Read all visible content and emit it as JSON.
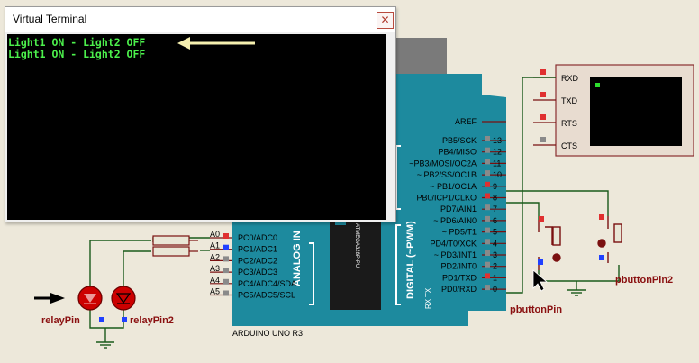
{
  "terminal": {
    "title": "Virtual Terminal",
    "close_symbol": "✕",
    "lines": [
      "Light1 ON - Light2 OFF",
      "Light1 ON - Light2 OFF"
    ]
  },
  "board": {
    "name": "ARDUINO UNO R3",
    "aref": "AREF",
    "analog_in": "ANALOG IN",
    "digital": "DIGITAL (~PWM)",
    "chip": "ATMEGA328P-PU",
    "tx": "TX",
    "rx": "RX",
    "digital_pins": [
      {
        "label": "PB5/SCK",
        "num": "13"
      },
      {
        "label": "PB4/MISO",
        "num": "12"
      },
      {
        "label": "~PB3/MOSI/OC2A",
        "num": "11"
      },
      {
        "label": "~ PB2/SS/OC1B",
        "num": "10"
      },
      {
        "label": "~ PB1/OC1A",
        "num": "9"
      },
      {
        "label": "PB0/ICP1/CLKO",
        "num": "8"
      },
      {
        "label": "PD7/AIN1",
        "num": "7"
      },
      {
        "label": "~ PD6/AIN0",
        "num": "6"
      },
      {
        "label": "~ PD5/T1",
        "num": "5"
      },
      {
        "label": "PD4/T0/XCK",
        "num": "4"
      },
      {
        "label": "~ PD3/INT1",
        "num": "3"
      },
      {
        "label": "PD2/INT0",
        "num": "2"
      },
      {
        "label": "PD1/TXD",
        "num": "1"
      },
      {
        "label": "PD0/RXD",
        "num": "0"
      }
    ],
    "analog_pins": [
      {
        "label": "PC0/ADC0",
        "num": "A0"
      },
      {
        "label": "PC1/ADC1",
        "num": "A1"
      },
      {
        "label": "PC2/ADC2",
        "num": "A2"
      },
      {
        "label": "PC3/ADC3",
        "num": "A3"
      },
      {
        "label": "PC4/ADC4/SDA",
        "num": "A4"
      },
      {
        "label": "PC5/ADC5/SCL",
        "num": "A5"
      }
    ]
  },
  "vt_pins": [
    "RXD",
    "TXD",
    "RTS",
    "CTS"
  ],
  "labels": {
    "relay_pin": "relayPin",
    "relay_pin2": "relayPin2",
    "pbutton_pin": "pbuttonPin",
    "pbutton_pin2": "pbuttonPin2"
  },
  "colors": {
    "board": "#1d8a9e",
    "wire": "#1a5a1a",
    "led": "#cc0000",
    "pin_red": "#e03030",
    "pin_blue": "#2040ff",
    "terminal_text": "#4cf04c"
  }
}
